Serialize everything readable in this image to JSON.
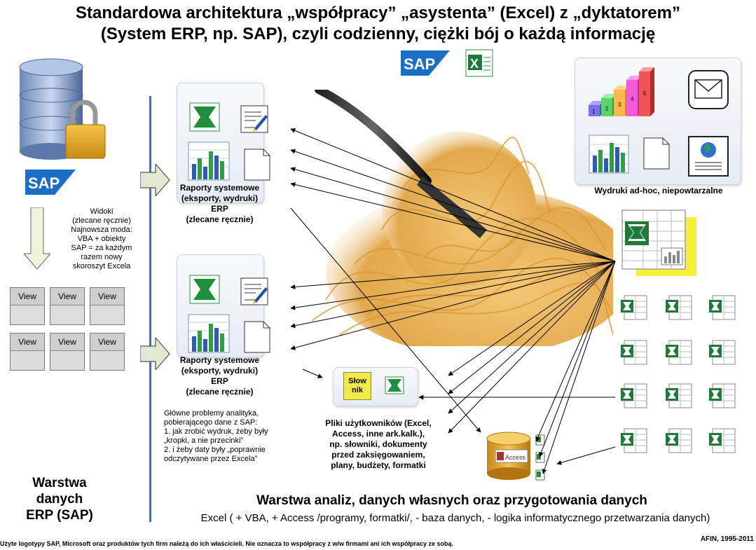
{
  "title": {
    "line1": "Standardowa architektura „współpracy” „asystenta” (Excel) z „dyktatorem”",
    "line2": "(System ERP, np. SAP), czyli codzienny, ciężki bój o każdą informację"
  },
  "logos": {
    "sap": "SAP",
    "excel": "X"
  },
  "left_notes": {
    "views_note": [
      "Widoki",
      "(zlecane ręcznie)",
      "Najnowsza moda:",
      "VBA + obiekty",
      "SAP = za każdym",
      "razem nowy",
      "skoroszyt Excela"
    ],
    "view_label": "View",
    "layer_title": [
      "Warstwa",
      "danych",
      "ERP (SAP)"
    ]
  },
  "reports": {
    "label": [
      "Raporty systemowe",
      "(eksporty, wydruki)",
      "ERP",
      "(zlecane ręcznie)"
    ]
  },
  "problems": [
    "Główne problemy analityka,",
    "pobierającego dane z SAP:",
    "1. jak zrobić wydruk, żeby były",
    "„kropki, a nie przecinki”",
    "2. i żeby daty były „poprawnie",
    "odczytywane przez Excela”"
  ],
  "dictionary": {
    "label": [
      "Słow",
      "nik"
    ]
  },
  "user_files": [
    "Pliki użytkowników (Excel,",
    "Access, inne ark.kalk.),",
    "np. słowniki, dokumenty",
    "przed zaksięgowaniem,",
    "plany, budżety, formatki"
  ],
  "adhoc": {
    "label": "Wydruki ad-hoc, niepowtarzalne",
    "bars": [
      "1",
      "2",
      "3",
      "4",
      "5"
    ]
  },
  "access_label": "Access",
  "bottom": {
    "analysis_title": "Warstwa analiz, danych własnych oraz przygotowania danych",
    "analysis_sub": "Excel ( + VBA, + Access /programy, formatki/, - baza danych, - logika informatycznego przetwarzania danych)",
    "footer_left": "Użyte logotypy SAP, Microsoft oraz produktów tych firm należą do ich właścicieli. Nie oznacza to współpracy z w/w firmami ani ich współpracy ze sobą.",
    "footer_right": "AFIN, 1995-2011"
  },
  "colors": {
    "sap_blue": "#1a6fc4",
    "excel_green": "#1f7a3a",
    "divider_blue": "#3a6fd0",
    "note_yellow": "#f7f15a",
    "noodle": "#e9b25a"
  }
}
